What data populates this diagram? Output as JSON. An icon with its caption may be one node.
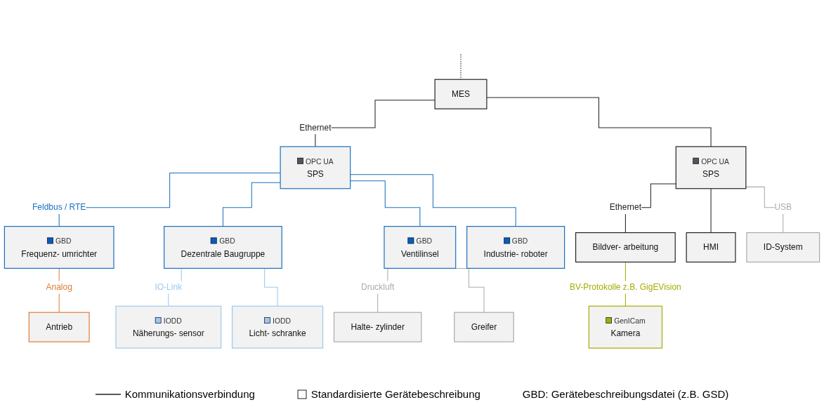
{
  "diagram": {
    "nodes": [
      {
        "text": [
          "MES"
        ]
      },
      {
        "text": [
          "OPC UA",
          "SPS"
        ]
      },
      {
        "text": [
          "OPC UA",
          "SPS"
        ]
      },
      {
        "text": [
          "GBD",
          "Frequenz- umrichter"
        ]
      },
      {
        "text": [
          "GBD",
          "Dezentrale Baugruppe"
        ]
      },
      {
        "text": [
          "GBD",
          "Ventilinsel"
        ]
      },
      {
        "text": [
          "GBD",
          "Industrie- roboter"
        ]
      },
      {
        "text": [
          "Bildver- arbeitung"
        ]
      },
      {
        "text": [
          "HMI"
        ]
      },
      {
        "text": [
          "Antrieb"
        ]
      },
      {
        "text": [
          "IODD",
          "Näherungs- sensor"
        ]
      },
      {
        "text": [
          "IODD",
          "Licht- schranke"
        ]
      },
      {
        "text": [
          "Halte- zylinder"
        ]
      },
      {
        "text": [
          "Greifer"
        ]
      },
      {
        "text": [
          "ID-System"
        ]
      },
      {
        "text": [
          "GenICam",
          "Kamera"
        ]
      }
    ],
    "edges": [
      {
        "from": null,
        "to": 0,
        "arrow": "none",
        "style": "dashed"
      },
      {
        "from": 0,
        "to": 1,
        "arrow": "none",
        "label": "Ethernet"
      },
      {
        "from": 0,
        "to": 2,
        "arrow": "none"
      },
      {
        "from": 1,
        "to": 3,
        "arrow": "none",
        "label": "Feldbus / RTE",
        "color": "#1a6fc0"
      },
      {
        "from": 1,
        "to": 4,
        "arrow": "none",
        "color": "#1a6fc0"
      },
      {
        "from": 1,
        "to": 5,
        "arrow": "none",
        "color": "#1a6fc0"
      },
      {
        "from": 1,
        "to": 6,
        "arrow": "none",
        "color": "#1a6fc0"
      },
      {
        "from": 2,
        "to": 14,
        "arrow": "none",
        "label": "USB",
        "color": "#aaaaaa"
      },
      {
        "from": 2,
        "to": 7,
        "arrow": "none",
        "label": "Ethernet"
      },
      {
        "from": 2,
        "to": 8,
        "arrow": "none"
      },
      {
        "from": 3,
        "to": 9,
        "arrow": "none",
        "label": "Analog",
        "color": "#e07b39"
      },
      {
        "from": 4,
        "to": 10,
        "arrow": "none",
        "label": "IO-Link",
        "color": "#9cc8ea"
      },
      {
        "from": 4,
        "to": 11,
        "arrow": "none",
        "color": "#9cc8ea"
      },
      {
        "from": 5,
        "to": 12,
        "arrow": "none",
        "label": "Druckluft",
        "color": "#aaaaaa"
      },
      {
        "from": 5,
        "to": 13,
        "arrow": "none",
        "color": "#aaaaaa"
      },
      {
        "from": 7,
        "to": 15,
        "arrow": "none",
        "label": "BV-Protokolle z.B. GigEVision",
        "color": "#a3ac00"
      }
    ],
    "labels": [
      "GBD: Gerätebeschreibungsdatei (z.B. GSD)"
    ],
    "legend": [
      {
        "text": "Kommunikationsverbindung"
      },
      {
        "text": "Standardisierte Gerätebeschreibung"
      }
    ]
  }
}
